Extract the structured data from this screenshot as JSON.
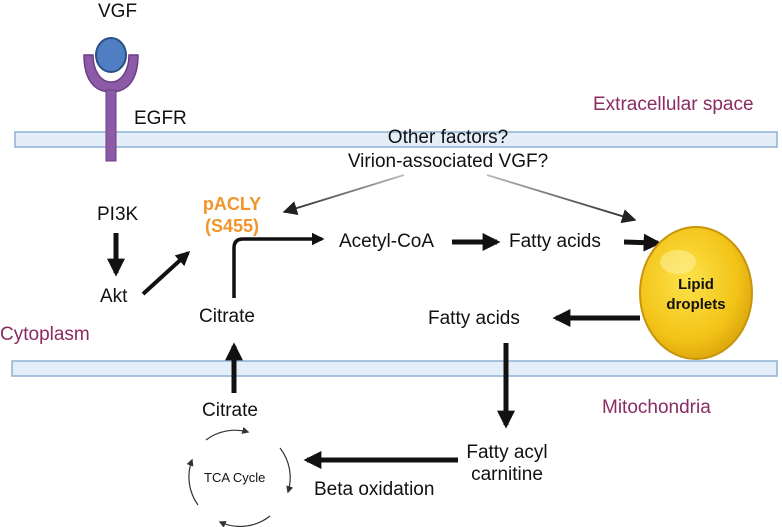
{
  "ligand": "VGF",
  "receptor": "EGFR",
  "regions": {
    "extracellular": "Extracellular space",
    "cytoplasm": "Cytoplasm",
    "mitochondria": "Mitochondria"
  },
  "other_factors": {
    "line1": "Other factors?",
    "line2": "Virion-associated VGF?"
  },
  "pathway": {
    "pi3k": "PI3K",
    "akt": "Akt",
    "pacly_line1": "pACLY",
    "pacly_line2": "(S455)",
    "citrate_cytoplasm": "Citrate",
    "citrate_mito": "Citrate",
    "acetyl_coa": "Acetyl-CoA",
    "fatty_acids_top": "Fatty acids",
    "fatty_acids_mid": "Fatty acids",
    "lipid_line1": "Lipid",
    "lipid_line2": "droplets",
    "fatty_acyl_line1": "Fatty acyl",
    "fatty_acyl_line2": "carnitine",
    "beta_oxidation": "Beta oxidation",
    "tca_cycle": "TCA Cycle"
  },
  "colors": {
    "membrane_fill": "#e4eef9",
    "membrane_stroke": "#8eb1d4",
    "receptor": "#8d5aa8",
    "ligand": "#4f7fc2",
    "accent": "#f0952b",
    "region_text": "#8b2b62",
    "lipid_fill": "#f2c318"
  }
}
